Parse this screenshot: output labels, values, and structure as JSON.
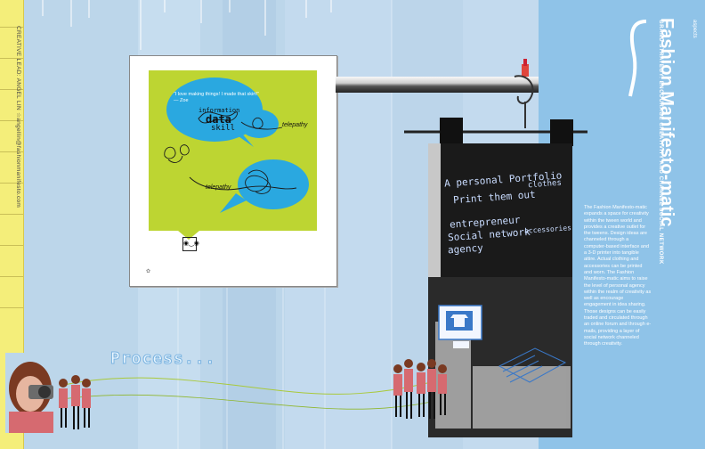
{
  "spread": {
    "credit_vertical": "CREATIVE LEAD: ANGEL LIN ☆angellin@fashionmanifesto.com",
    "process_label": "Process...",
    "frame": {
      "quote": "“I love making things! I made that skirt!” — Zoe",
      "doodle_words": [
        "information",
        "data",
        "skill",
        "telepathy",
        "telepathy"
      ]
    },
    "bag_chalk": {
      "line1": "A personal Portfolio",
      "line2": "Print them out",
      "line3": "entrepreneur",
      "line4": "Social network",
      "line5": "agency",
      "side": [
        "clothes",
        "accessories"
      ]
    },
    "right_panel": {
      "section_label": "aspects",
      "title": "Fashion Manifesto-matic",
      "subtitle": "GRAND STRATEGY: ENCOURAGE CREATIVITY AND CHANNEL SOCIAL NETWORK",
      "body": "The Fashion Manifesto-matic expands a space for creativity within the tween world and provides a creative outlet for the tweens. Design ideas are channeled through a computer-based interface and a 3-D printer into tangible attire. Actual clothing and accessories can be printed and worn. The Fashion Manifesto-matic aims to raise the level of personal agency within the realm of creativity as well as encourage engagement in idea sharing. Those designs can be easily traded and circulated through an online forum and through e-mails, providing a layer of social network channeled through creativity."
    },
    "colors": {
      "background": "#bcd6ea",
      "right_panel": "#8fc3e8",
      "ruler": "#f4ee7a",
      "frame_green": "#bdd532",
      "bubble_blue": "#2aa8e0"
    }
  }
}
